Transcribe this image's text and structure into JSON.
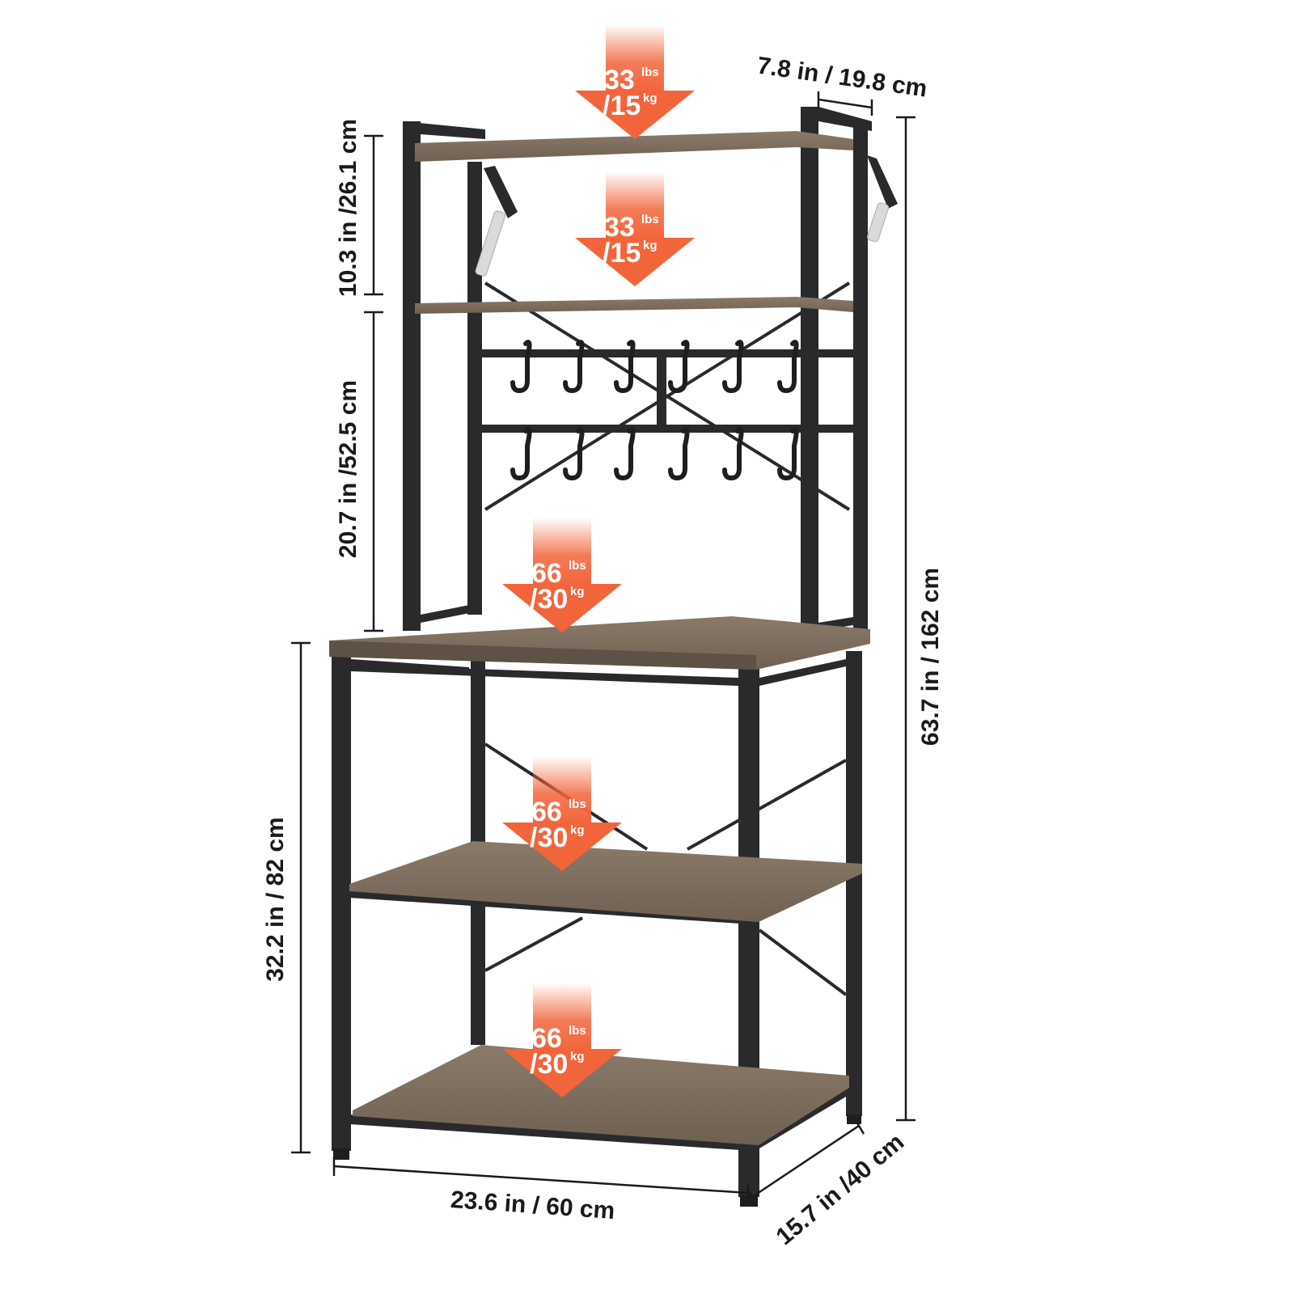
{
  "dimensions": {
    "depth_top": "7.8 in / 19.8 cm",
    "top_gap": "10.3 in /26.1 cm",
    "middle_gap": "20.7 in /52.5 cm",
    "total_height": "63.7 in / 162 cm",
    "base_height": "32.2 in / 82 cm",
    "width": "23.6 in / 60 cm",
    "depth_base": "15.7 in /40 cm"
  },
  "loads": [
    {
      "weight": "33",
      "weight_unit": "lbs",
      "mass": "/15",
      "mass_unit": "kg"
    },
    {
      "weight": "33",
      "weight_unit": "lbs",
      "mass": "/15",
      "mass_unit": "kg"
    },
    {
      "weight": "66",
      "weight_unit": "lbs",
      "mass": "/30",
      "mass_unit": "kg"
    },
    {
      "weight": "66",
      "weight_unit": "lbs",
      "mass": "/30",
      "mass_unit": "kg"
    },
    {
      "weight": "66",
      "weight_unit": "lbs",
      "mass": "/30",
      "mass_unit": "kg"
    }
  ],
  "colors": {
    "frame": "#2a2a2c",
    "wood": "#7a6b5c",
    "wood_dark": "#5e5246",
    "arrow": "#f2643a",
    "dimension_line": "#1a1a1a"
  }
}
